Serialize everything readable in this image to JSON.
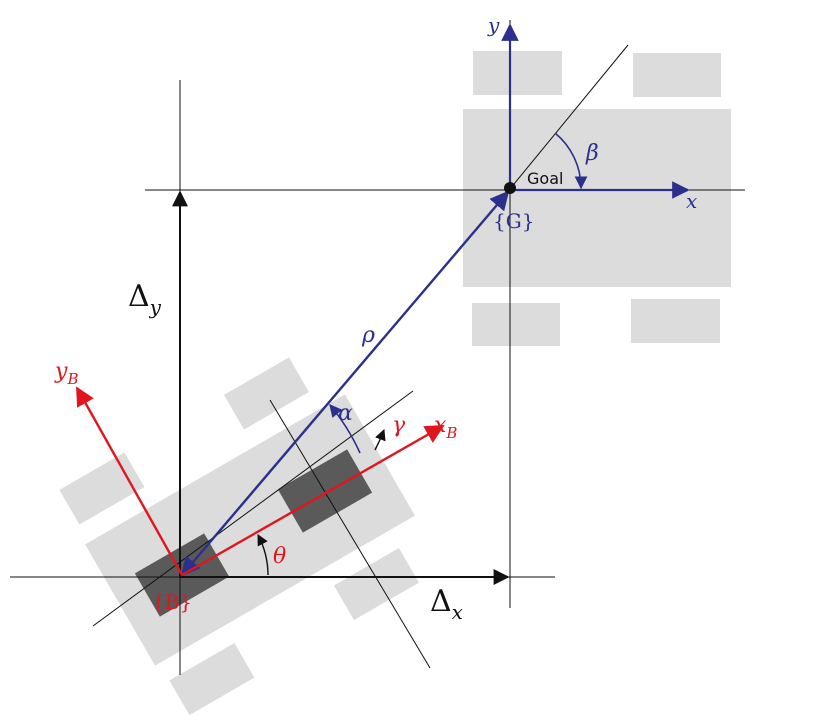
{
  "colors": {
    "blue": "#2c2f8c",
    "red": "#e0161e",
    "black": "#111111",
    "light_gray": "#dcdcdc",
    "dark_gray": "#5a5a5a"
  },
  "labels": {
    "goal_x_axis": "x",
    "goal_y_axis": "y",
    "goal_point": "Goal",
    "goal_frame": "{G}",
    "beta": "β",
    "rho": "ρ",
    "alpha": "α",
    "gamma": "γ",
    "theta": "θ",
    "robot_x_axis": "x",
    "robot_x_sub": "B",
    "robot_y_axis": "y",
    "robot_y_sub": "B",
    "robot_frame": "{B}",
    "delta_x": "Δ",
    "delta_x_sub": "x",
    "delta_y": "Δ",
    "delta_y_sub": "y"
  }
}
